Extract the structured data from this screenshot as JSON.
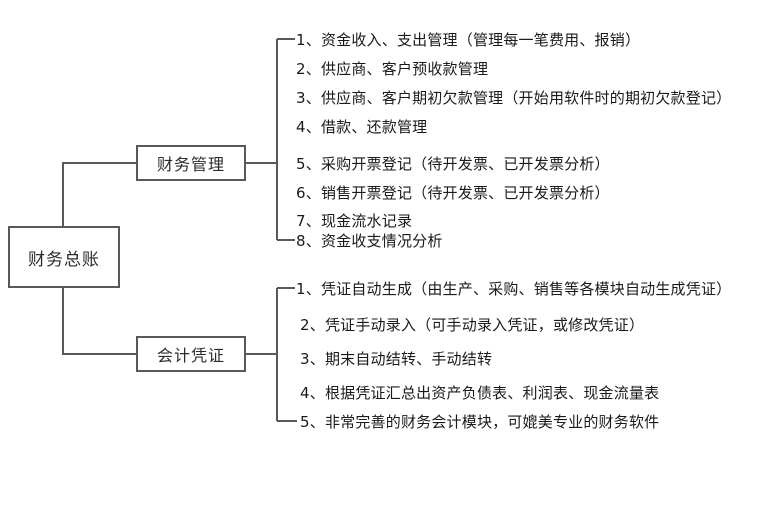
{
  "diagram": {
    "type": "tree",
    "orientation": "left-to-right",
    "colors": {
      "line": "#555a5e",
      "box_border": "#555a5e",
      "box_fill": "#ffffff",
      "text": "#1a1a1a",
      "background": "#ffffff"
    },
    "root": {
      "label": "财务总账"
    },
    "branches": [
      {
        "id": "finance-management",
        "label": "财务管理",
        "items": [
          "1、资金收入、支出管理（管理每一笔费用、报销）",
          "2、供应商、客户预收款管理",
          "3、供应商、客户期初欠款管理（开始用软件时的期初欠款登记）",
          "4、借款、还款管理",
          "5、采购开票登记（待开发票、已开发票分析）",
          "6、销售开票登记（待开发票、已开发票分析）",
          "7、现金流水记录",
          "8、资金收支情况分析"
        ]
      },
      {
        "id": "accounting-voucher",
        "label": "会计凭证",
        "items": [
          "1、凭证自动生成（由生产、采购、销售等各模块自动生成凭证）",
          "2、凭证手动录入（可手动录入凭证，或修改凭证）",
          "3、期末自动结转、手动结转",
          "4、根据凭证汇总出资产负债表、利润表、现金流量表",
          "5、非常完善的财务会计模块，可媲美专业的财务软件"
        ]
      }
    ]
  }
}
